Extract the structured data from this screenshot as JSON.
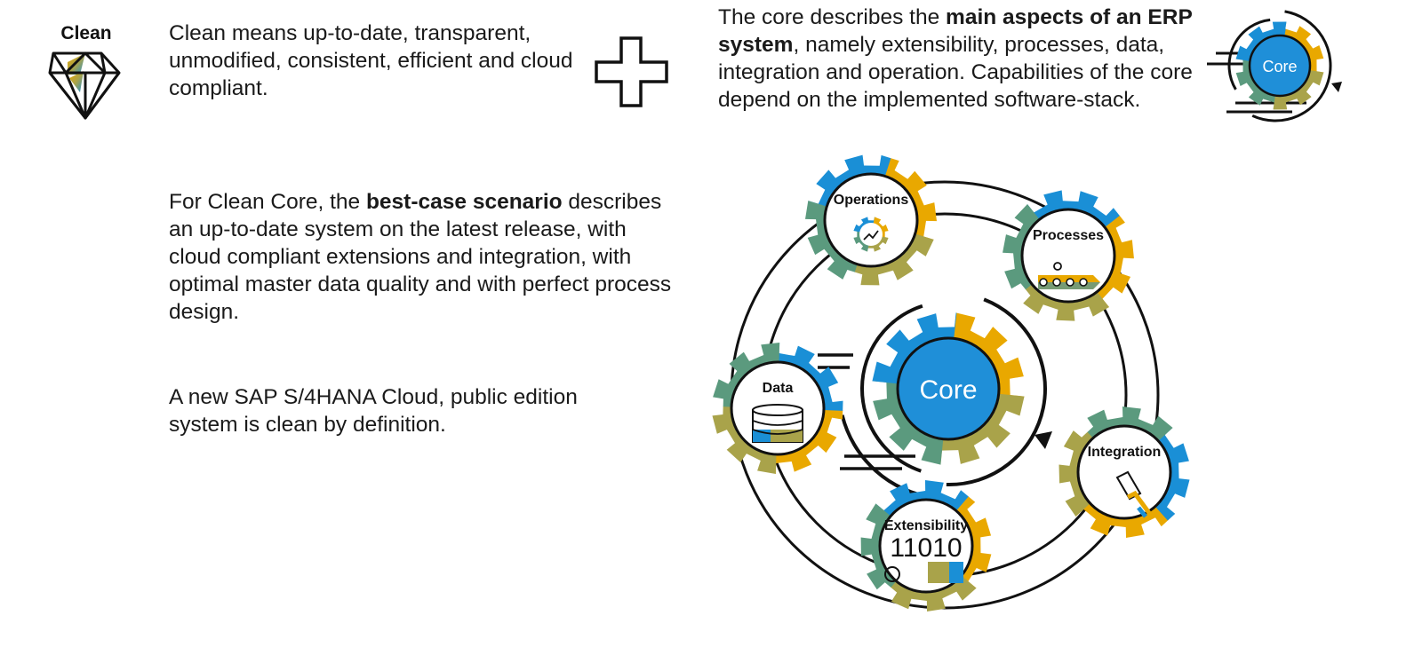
{
  "clean_badge": {
    "label": "Clean",
    "icon": "diamond-icon"
  },
  "clean_definition": "Clean means up-to-date, transparent, unmodified, consistent, efficient and cloud compliant.",
  "plus_icon": "plus-icon",
  "core_description": {
    "prefix": "The core describes the ",
    "bold": "main aspects of an ERP system",
    "suffix": ", namely extensibility, processes, data, integration and operation. Capabilities of the core depend on the implemented software-stack."
  },
  "core_badge_label": "Core",
  "best_case": {
    "prefix": "For Clean Core, the ",
    "bold": "best-case scenario",
    "suffix": " describes an up-to-date system on the latest release, with cloud compliant extensions and integration, with optimal master data quality and with perfect process design."
  },
  "public_edition_note": "A new SAP S/4HANA Cloud, public edition system is clean by definition.",
  "diagram": {
    "center_label": "Core",
    "nodes": [
      {
        "label": "Operations",
        "icon": "operations-gear-icon"
      },
      {
        "label": "Processes",
        "icon": "process-flow-icon"
      },
      {
        "label": "Data",
        "icon": "database-icon"
      },
      {
        "label": "Integration",
        "icon": "plug-connector-icon"
      },
      {
        "label": "Extensibility",
        "icon": "binary-code-icon",
        "glyphs": "11010"
      }
    ]
  },
  "colors": {
    "gold": "#e9a800",
    "olive": "#a9a34a",
    "teal": "#5b9a7e",
    "blue": "#1a8fd6",
    "core_blue": "#1f8fd8",
    "ink": "#111111"
  }
}
